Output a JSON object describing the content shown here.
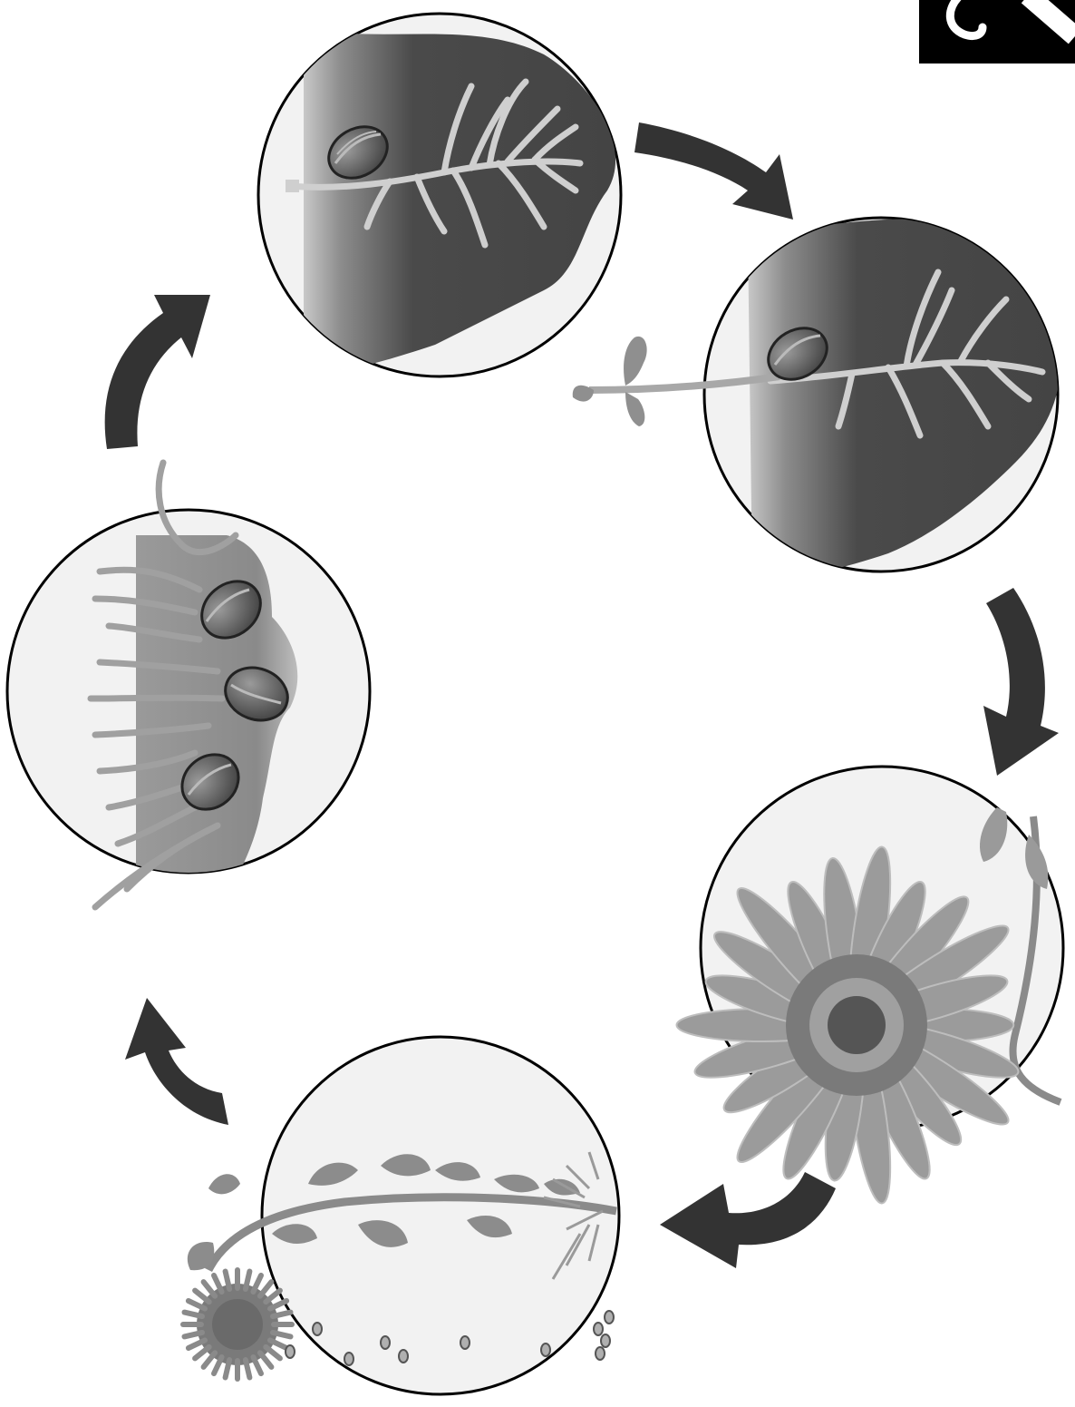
{
  "diagram": {
    "type": "life-cycle",
    "subject": "sunflower",
    "stages": [
      {
        "id": "seed-in-soil",
        "icon": "seed-root-icon"
      },
      {
        "id": "germinating-seedling",
        "icon": "seedling-icon"
      },
      {
        "id": "blooming-flower",
        "icon": "sunflower-icon"
      },
      {
        "id": "wilting-plant-dropping-seeds",
        "icon": "wilted-sunflower-icon"
      },
      {
        "id": "seeds-in-flower-head",
        "icon": "seed-head-icon"
      }
    ],
    "arrows": [
      {
        "from": "seed-in-soil",
        "to": "germinating-seedling"
      },
      {
        "from": "germinating-seedling",
        "to": "blooming-flower"
      },
      {
        "from": "blooming-flower",
        "to": "wilting-plant-dropping-seeds"
      },
      {
        "from": "wilting-plant-dropping-seeds",
        "to": "seeds-in-flower-head"
      },
      {
        "from": "seeds-in-flower-head",
        "to": "seed-in-soil"
      }
    ],
    "colors": {
      "arrow": "#333333",
      "soil_dark": "#474747",
      "circle_fill": "#f2f2f2",
      "plant": "#8a8a8a",
      "flower_center": "#555555",
      "badge": "#000000"
    }
  }
}
